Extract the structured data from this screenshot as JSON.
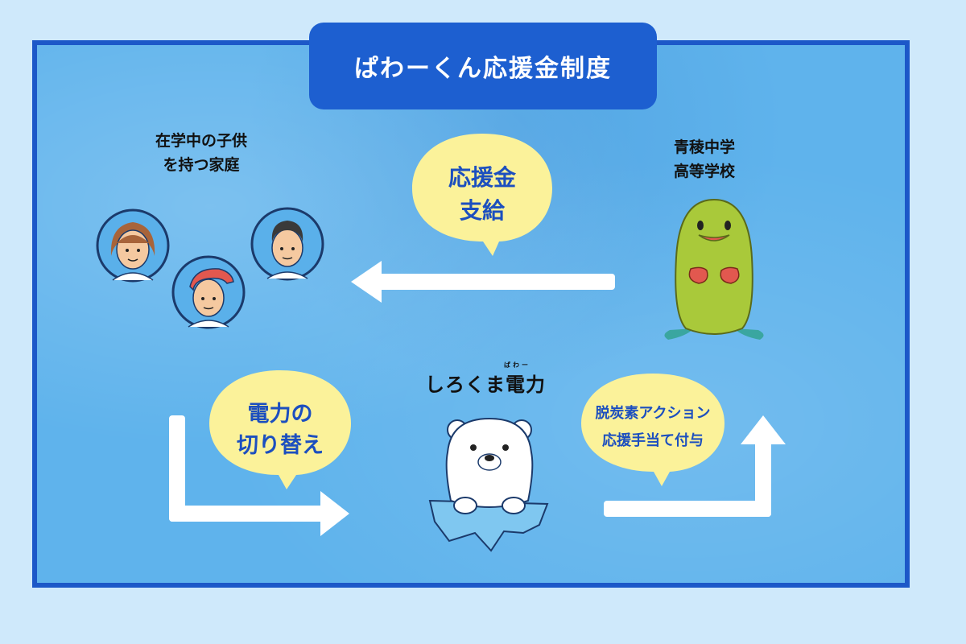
{
  "title": "ぱわーくん応援金制度",
  "families": {
    "line1": "在学中の子供",
    "line2": "を持つ家庭"
  },
  "school": {
    "line1": "青稜中学",
    "line2": "高等学校"
  },
  "bubble_support": {
    "line1": "応援金",
    "line2": "支給"
  },
  "bubble_switch": {
    "line1": "電力の",
    "line2": "切り替え"
  },
  "bubble_points": {
    "line1": "脱炭素アクション",
    "line2": "応援手当て付与"
  },
  "company": {
    "name": "しろくま電力",
    "ruby": "ぱわー"
  },
  "colors": {
    "board": "#5fb3ec",
    "border": "#1c58c8",
    "title_bg": "#1d5fd0",
    "bubble": "#fbf29a",
    "bubble_text": "#1c4fbf",
    "arrow": "#ffffff"
  },
  "icons": [
    "woman-avatar-icon",
    "man-cap-avatar-icon",
    "man-avatar-icon",
    "mascot-icon",
    "polar-bear-icon"
  ]
}
